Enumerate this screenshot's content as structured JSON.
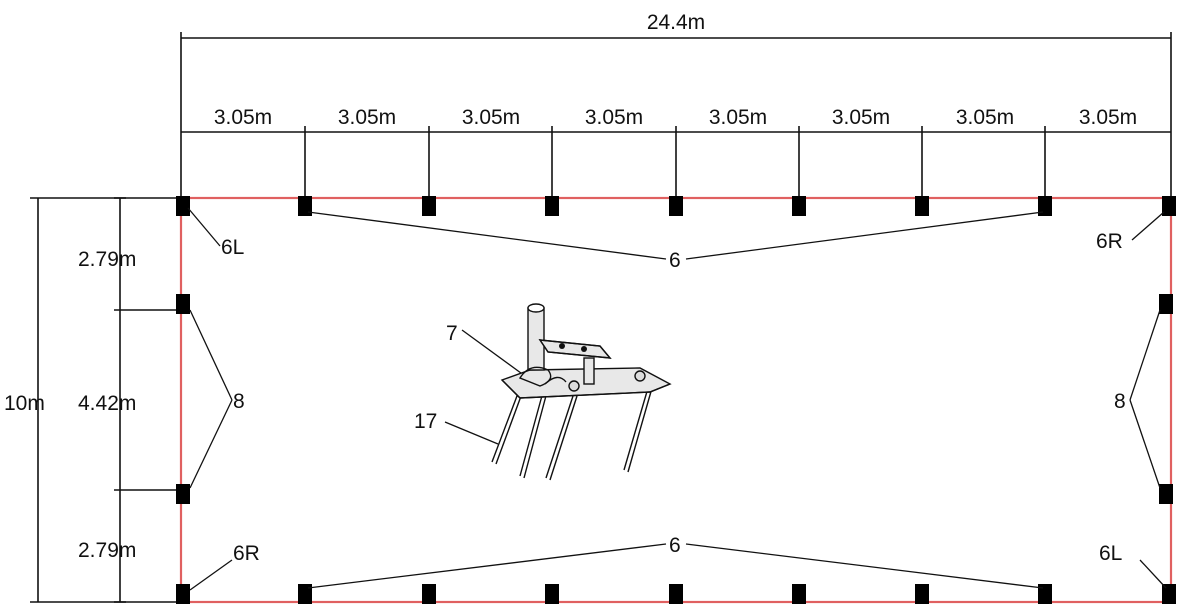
{
  "diagram": {
    "overall_width": "24.4m",
    "segments": [
      "3.05m",
      "3.05m",
      "3.05m",
      "3.05m",
      "3.05m",
      "3.05m",
      "3.05m",
      "3.05m"
    ],
    "overall_height": "10m",
    "side_segments": [
      "2.79m",
      "4.42m",
      "2.79m"
    ],
    "callouts": {
      "corner_tl": "6L",
      "corner_tr": "6R",
      "corner_bl": "6R",
      "corner_br": "6L",
      "top_posts": "6",
      "bottom_posts": "6",
      "left_posts": "8",
      "right_posts": "8",
      "anchor_plate": "7",
      "stakes": "17"
    },
    "colors": {
      "fence": "#e06060",
      "ink": "#111111"
    }
  }
}
